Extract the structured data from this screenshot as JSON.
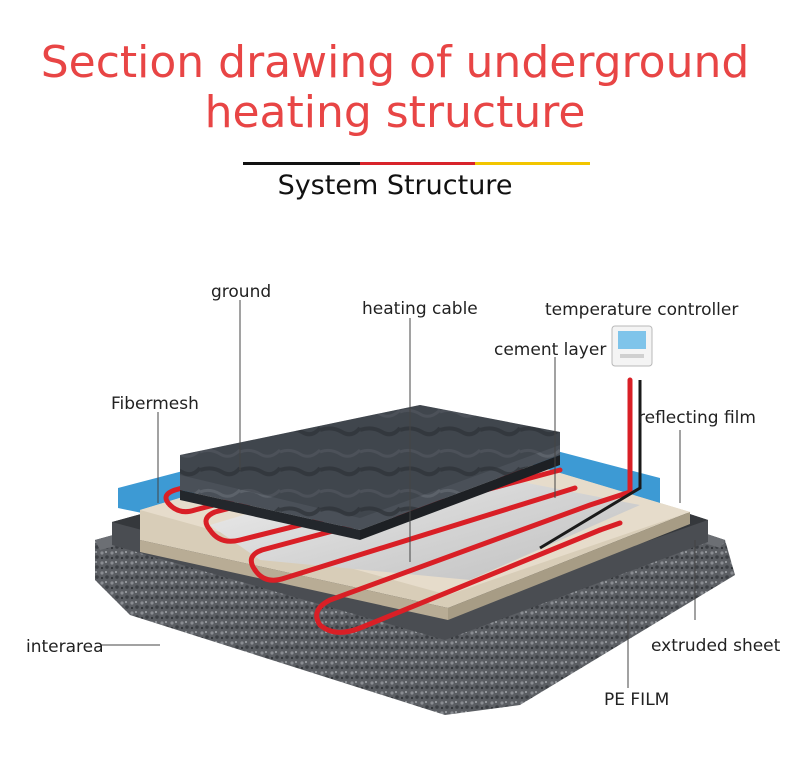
{
  "title_line1": "Section drawing of underground",
  "title_line2": "heating structure",
  "subtitle": "System Structure",
  "divider_colors": [
    "#111111",
    "#d8232a",
    "#f2c500"
  ],
  "labels": {
    "ground": "ground",
    "heating_cable": "heating cable",
    "temperature_controller": "temperature controller",
    "cement_layer": "cement layer",
    "fibermesh": "Fibermesh",
    "reflecting_film": "reflecting film",
    "interarea": "interarea",
    "extruded_sheet": "extruded sheet",
    "pe_film": "PE FILM"
  },
  "colors": {
    "title": "#e84545",
    "cable": "#d91f26",
    "insulation": "#3d9ad4",
    "stone": "#3a3f46"
  }
}
